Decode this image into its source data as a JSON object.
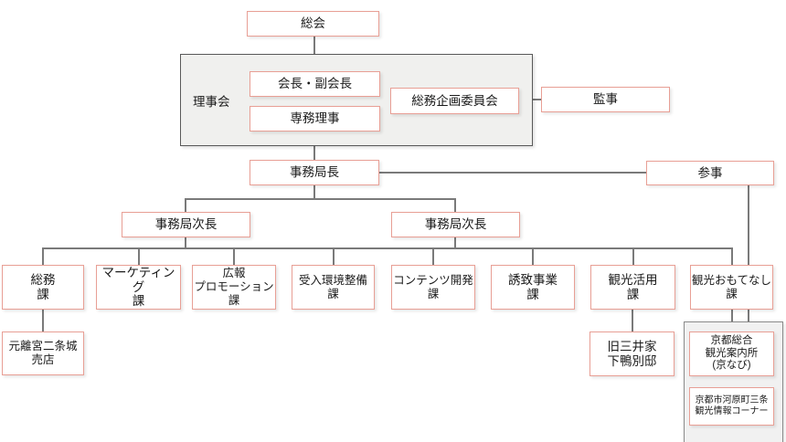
{
  "colors": {
    "box_border": "#e89f95",
    "connector_line": "#7a7a7a",
    "board_panel_border": "#595959",
    "board_panel_fill": "#f0f0ee",
    "sub_container_border": "#8a8a8a",
    "sub_container_fill": "#f1f1f1",
    "text": "#1a1a1a",
    "background": "#ffffff"
  },
  "nodes": {
    "general_assembly": "総会",
    "board_label": "理事会",
    "chairman_vice_chairman": "会長・副会長",
    "executive_director": "専務理事",
    "general_affairs_planning_committee": "総務企画委員会",
    "auditor": "監事",
    "secretary_general": "事務局長",
    "counselor": "参事",
    "deputy_secretary_general_left": "事務局次長",
    "deputy_secretary_general_right": "事務局次長",
    "dept_general_affairs": "総務\n課",
    "dept_marketing": "マーケティング\n課",
    "dept_pr_promotion": "広報\nプロモーション\n課",
    "dept_reception_environment": "受入環境整備\n課",
    "dept_content_development": "コンテンツ開発\n課",
    "dept_attraction_business": "誘致事業\n課",
    "dept_tourism_utilization": "観光活用\n課",
    "dept_tourism_hospitality": "観光おもてなし\n課",
    "nijo_castle_shop": "元離宮二条城\n売店",
    "mitsui_shimogamo_villa": "旧三井家\n下鴨別邸",
    "kyoto_tourist_info_center": "京都総合\n観光案内所\n(京なび)",
    "kawaramachi_sanjo_info_corner": "京都市河原町三条\n観光情報コーナー"
  }
}
